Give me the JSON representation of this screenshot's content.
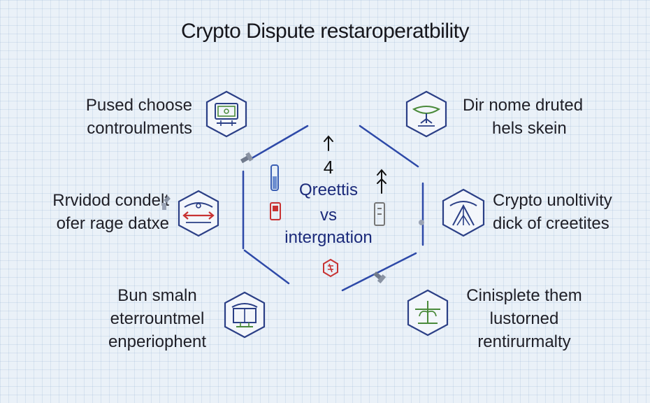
{
  "title": "Crypto Dispute restaroperatbility",
  "center": {
    "number": "4",
    "lines": [
      "Qreettis",
      "vs",
      "intergnation"
    ]
  },
  "nodes": [
    {
      "id": "top-left",
      "lines": [
        "Pused choose",
        "controulments"
      ],
      "icon": "monitor-hex-icon"
    },
    {
      "id": "middle-left",
      "lines": [
        "Rrvidod condelt",
        "ofer rage datxe"
      ],
      "icon": "arrows-hex-icon"
    },
    {
      "id": "bottom-left",
      "lines": [
        "Bun smaln",
        "eterrountmel",
        "enperiophent"
      ],
      "icon": "panel-hex-icon"
    },
    {
      "id": "top-right",
      "lines": [
        "Dir nome druted",
        "hels skein"
      ],
      "icon": "dish-hex-icon"
    },
    {
      "id": "middle-right",
      "lines": [
        "Crypto unoltivity",
        "dick of creetites"
      ],
      "icon": "tent-hex-icon"
    },
    {
      "id": "bottom-right",
      "lines": [
        "Cinisplete them",
        "lustorned",
        "rentirurmalty"
      ],
      "icon": "plant-hex-icon"
    }
  ],
  "colors": {
    "hexagon_line": "#2d49a8",
    "icon_stroke": "#2b3f86",
    "icon_green": "#4a8a3a",
    "icon_red": "#c83232",
    "center_text": "#1b2a7a"
  }
}
